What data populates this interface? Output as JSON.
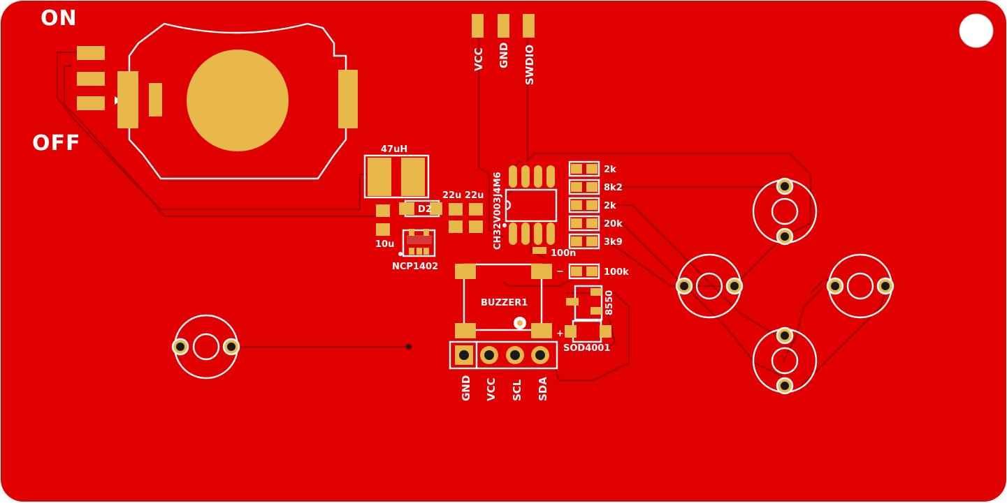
{
  "board": {
    "colors": {
      "copper": "#e10000",
      "trace": "#9c0000",
      "pad": "#e8b84b",
      "silkscreen": "#ffffff",
      "drill": "#1a1a1a"
    }
  },
  "switch": {
    "on_label": "ON",
    "off_label": "OFF"
  },
  "programming_header": {
    "pins": [
      "VCC",
      "GND",
      "SWDIO"
    ]
  },
  "i2c_header": {
    "pins": [
      "GND",
      "VCC",
      "SCL",
      "SDA"
    ]
  },
  "components": {
    "inductor": "47uH",
    "cap_10u": "10u",
    "diode_d2": "D2",
    "cap_22u_a": "22u",
    "cap_22u_b": "22u",
    "regulator": "NCP1402",
    "mcu": "CH32V003J4M6",
    "r_2k_a": "2k",
    "r_8k2": "8k2",
    "r_2k_b": "2k",
    "r_20k": "20k",
    "r_3k9": "3k9",
    "cap_100n": "100n",
    "r_100k": "100k",
    "transistor": "8550",
    "buzzer": "BUZZER1",
    "diode_sod": "SOD4001",
    "plus_sign": "+",
    "minus_sign": "−"
  }
}
